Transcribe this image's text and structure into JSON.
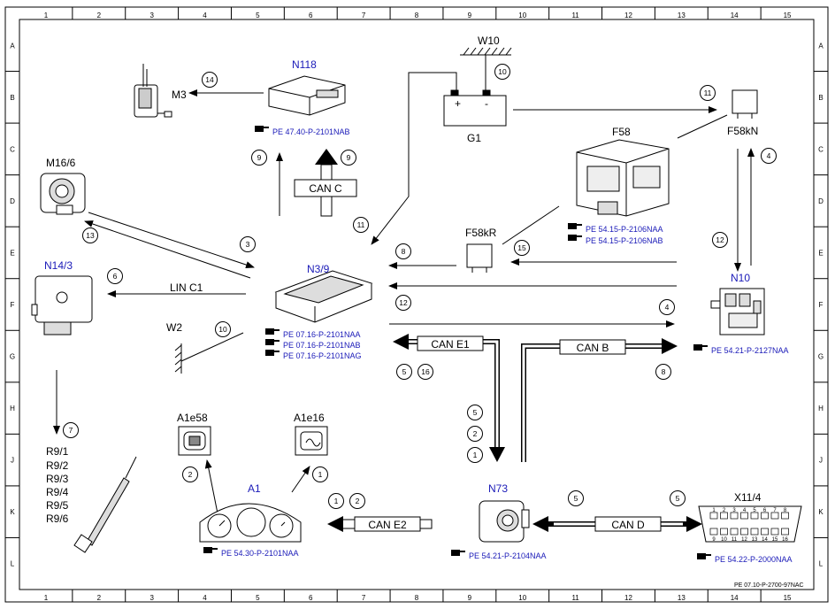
{
  "grid": {
    "cols": [
      "1",
      "2",
      "3",
      "4",
      "5",
      "6",
      "7",
      "8",
      "9",
      "10",
      "11",
      "12",
      "13",
      "14",
      "15"
    ],
    "rows": [
      "A",
      "B",
      "C",
      "D",
      "E",
      "F",
      "G",
      "H",
      "J",
      "K",
      "L"
    ]
  },
  "components": {
    "N118": "N118",
    "M3": "M3",
    "W10": "W10",
    "G1": "G1",
    "F58kN": "F58kN",
    "F58": "F58",
    "M16_6": "M16/6",
    "N14_3": "N14/3",
    "N3_9": "N3/9",
    "F58kR": "F58kR",
    "N10": "N10",
    "W2": "W2",
    "A1e58": "A1e58",
    "A1e16": "A1e16",
    "A1": "A1",
    "N73": "N73",
    "X11_4": "X11/4",
    "R9": [
      "R9/1",
      "R9/2",
      "R9/3",
      "R9/4",
      "R9/5",
      "R9/6"
    ]
  },
  "battery": {
    "plus": "+",
    "minus": "-"
  },
  "refs": {
    "N118": "PE 47.40-P-2101NAB",
    "F58_1": "PE 54.15-P-2106NAA",
    "F58_2": "PE 54.15-P-2106NAB",
    "N3_9_1": "PE 07.16-P-2101NAA",
    "N3_9_2": "PE 07.16-P-2101NAB",
    "N3_9_3": "PE 07.16-P-2101NAG",
    "N10": "PE 54.21-P-2127NAA",
    "A1": "PE 54.30-P-2101NAA",
    "N73": "PE 54.21-P-2104NAA",
    "X11_4": "PE 54.22-P-2000NAA"
  },
  "buses": {
    "can_c": "CAN C",
    "lin_c1": "LIN C1",
    "can_e1": "CAN E1",
    "can_b": "CAN B",
    "can_e2": "CAN E2",
    "can_d": "CAN D"
  },
  "numbers": {
    "n14": "14",
    "n10a": "10",
    "n11a": "11",
    "n9a": "9",
    "n9b": "9",
    "n4a": "4",
    "n13": "13",
    "n3": "3",
    "n11b": "11",
    "n12a": "12",
    "n8": "8",
    "n15": "15",
    "n6": "6",
    "n12b": "12",
    "n4b": "4",
    "n10b": "10",
    "n5a": "5",
    "n16": "16",
    "n8b": "8",
    "n7": "7",
    "n5b": "5",
    "n2a": "2",
    "n1a": "1",
    "n2b": "2",
    "n1b": "1",
    "n1c": "1",
    "n2c": "2",
    "n5c": "5",
    "n5d": "5"
  },
  "diag_pins": [
    "1",
    "2",
    "3",
    "4",
    "5",
    "6",
    "7",
    "8",
    "9",
    "10",
    "11",
    "12",
    "13",
    "14",
    "15",
    "16"
  ],
  "footer": "PE 07.10-P-2700-97NAC"
}
